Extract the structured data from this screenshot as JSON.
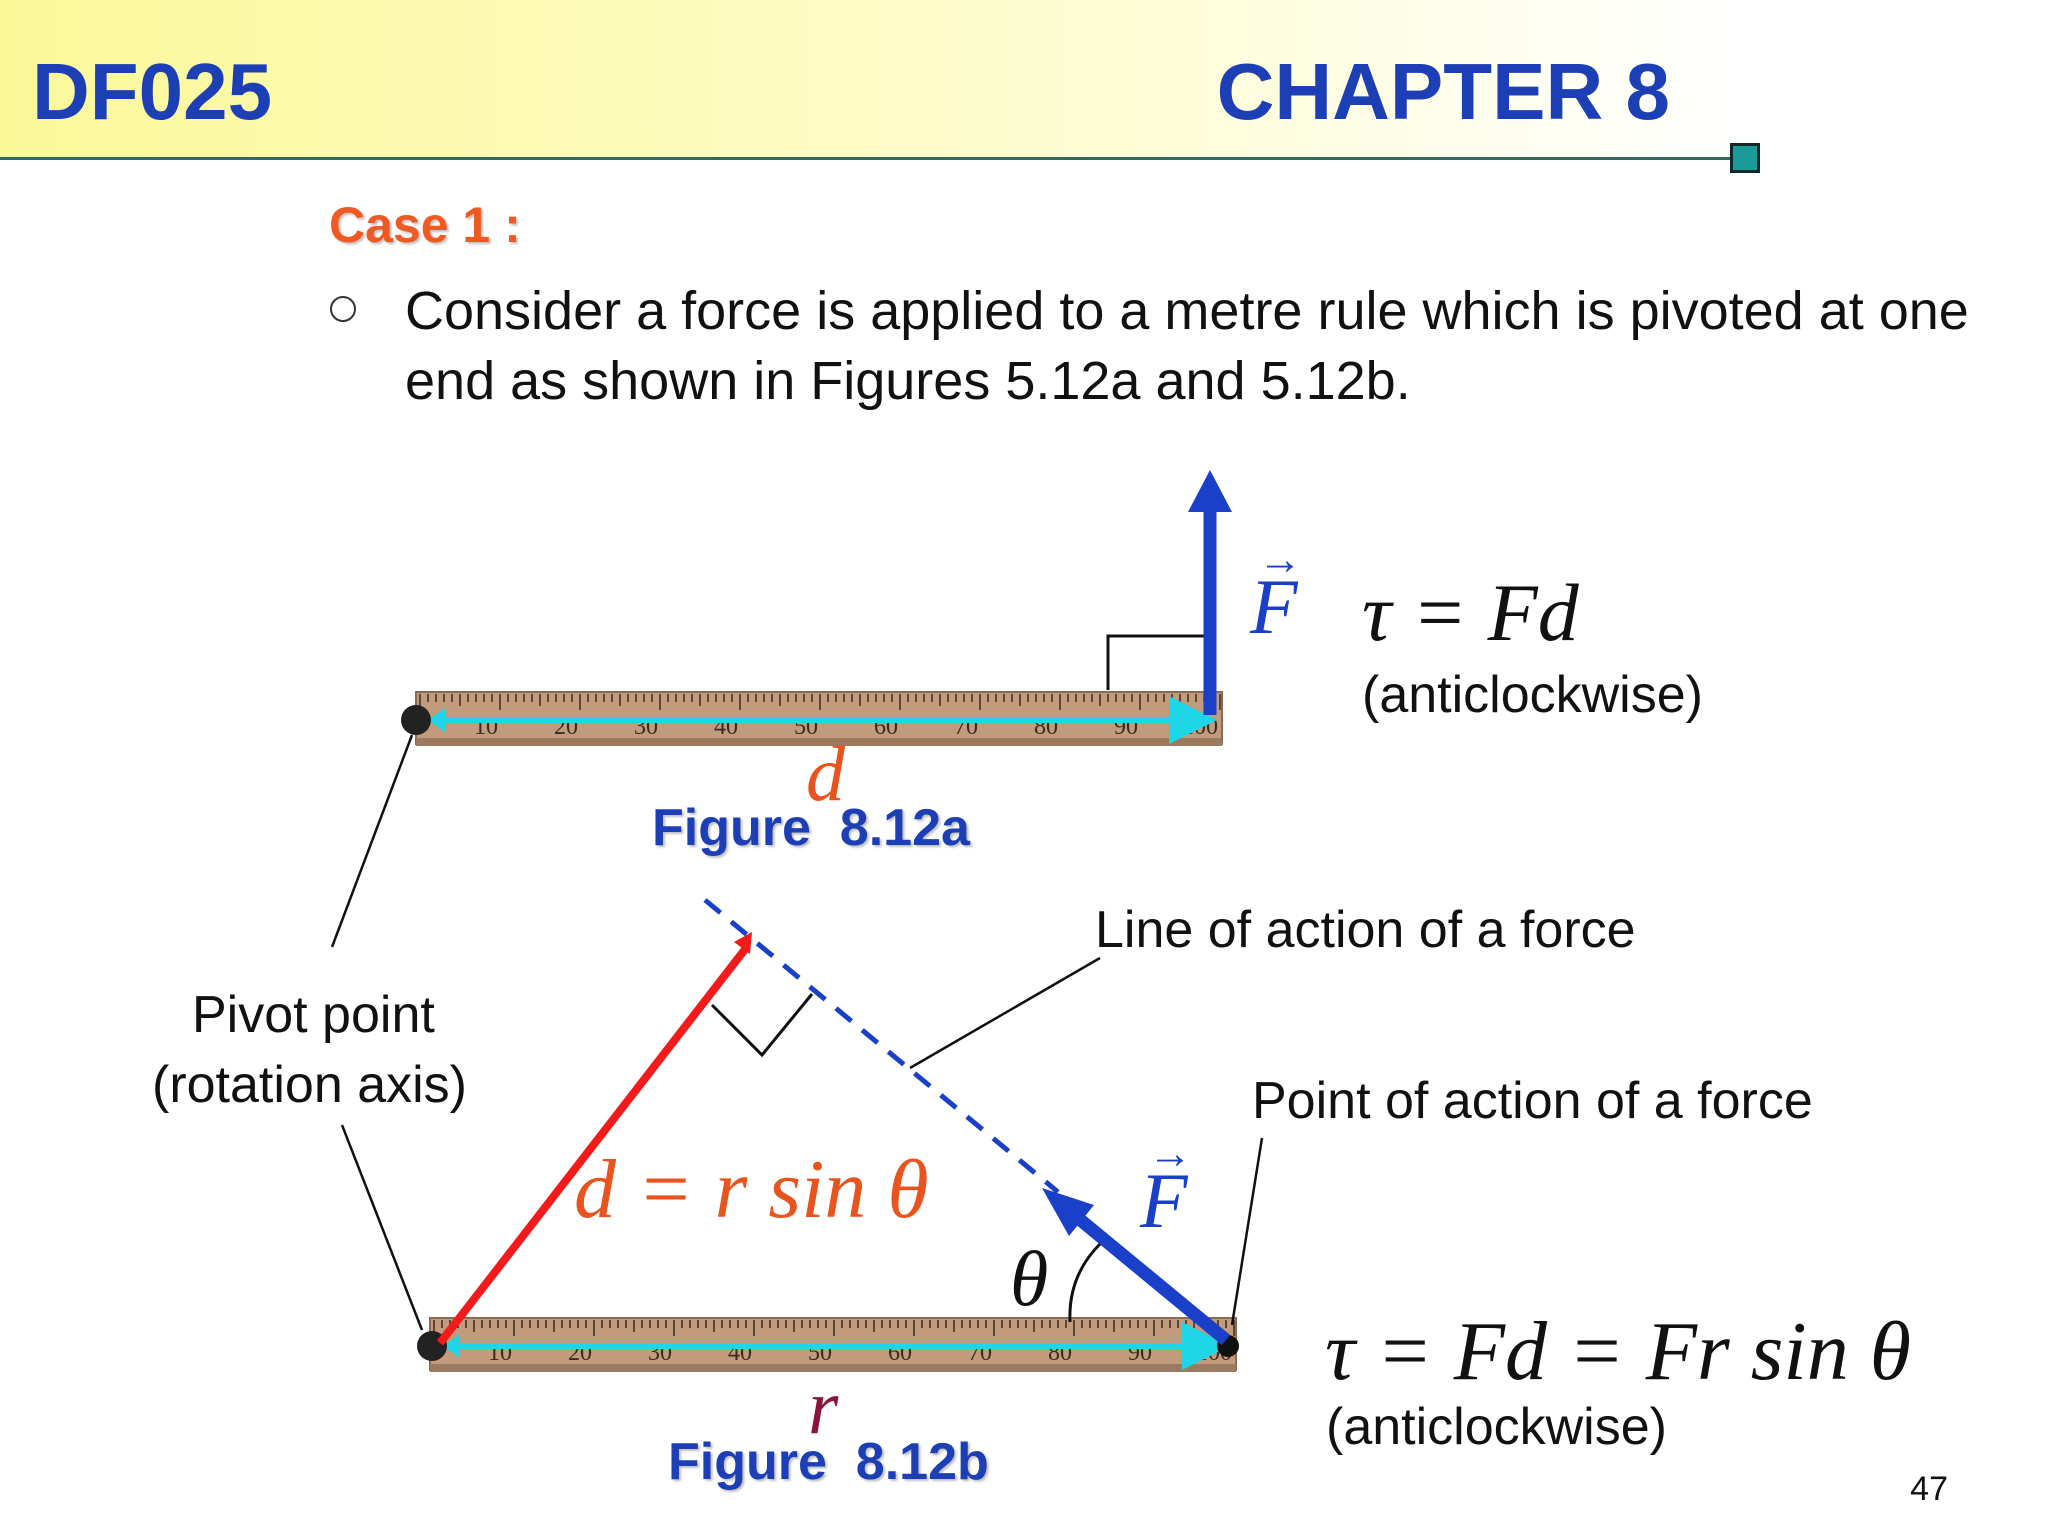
{
  "header": {
    "course_code": "DF025",
    "chapter": "CHAPTER 8"
  },
  "content": {
    "case_heading": "Case 1 :",
    "bullet_text": "Consider a force is applied to a metre rule which is pivoted at one end as shown in Figures 5.12a and 5.12b."
  },
  "figure_a": {
    "caption": "Figure  8.12a",
    "force_symbol": "F",
    "distance_symbol": "d",
    "torque_equation": "τ = Fd",
    "direction": "(anticlockwise)",
    "ruler_ticks": [
      "10",
      "20",
      "30",
      "40",
      "50",
      "60",
      "70",
      "80",
      "90",
      "100"
    ]
  },
  "figure_b": {
    "caption": "Figure  8.12b",
    "force_symbol": "F",
    "radius_symbol": "r",
    "angle_symbol": "θ",
    "distance_equation": "d = r sin θ",
    "torque_equation": "τ = Fd = Fr sin θ",
    "direction": "(anticlockwise)",
    "ruler_ticks": [
      "10",
      "20",
      "30",
      "40",
      "50",
      "60",
      "70",
      "80",
      "90",
      "100"
    ]
  },
  "labels": {
    "pivot_line1": "Pivot point",
    "pivot_line2": "(rotation axis)",
    "line_of_action": "Line of action of a force",
    "point_of_action": "Point of action of a force"
  },
  "page_number": "47",
  "colors": {
    "title_blue": "#1c3fb5",
    "case_orange": "#ef5a23",
    "force_blue": "#1a3fc9",
    "radius_red": "#f21a1a",
    "d_orange": "#e8541e",
    "r_maroon": "#8a1538",
    "measure_cyan": "#1ed6e8",
    "ruler_wood": "#c29a7c"
  }
}
